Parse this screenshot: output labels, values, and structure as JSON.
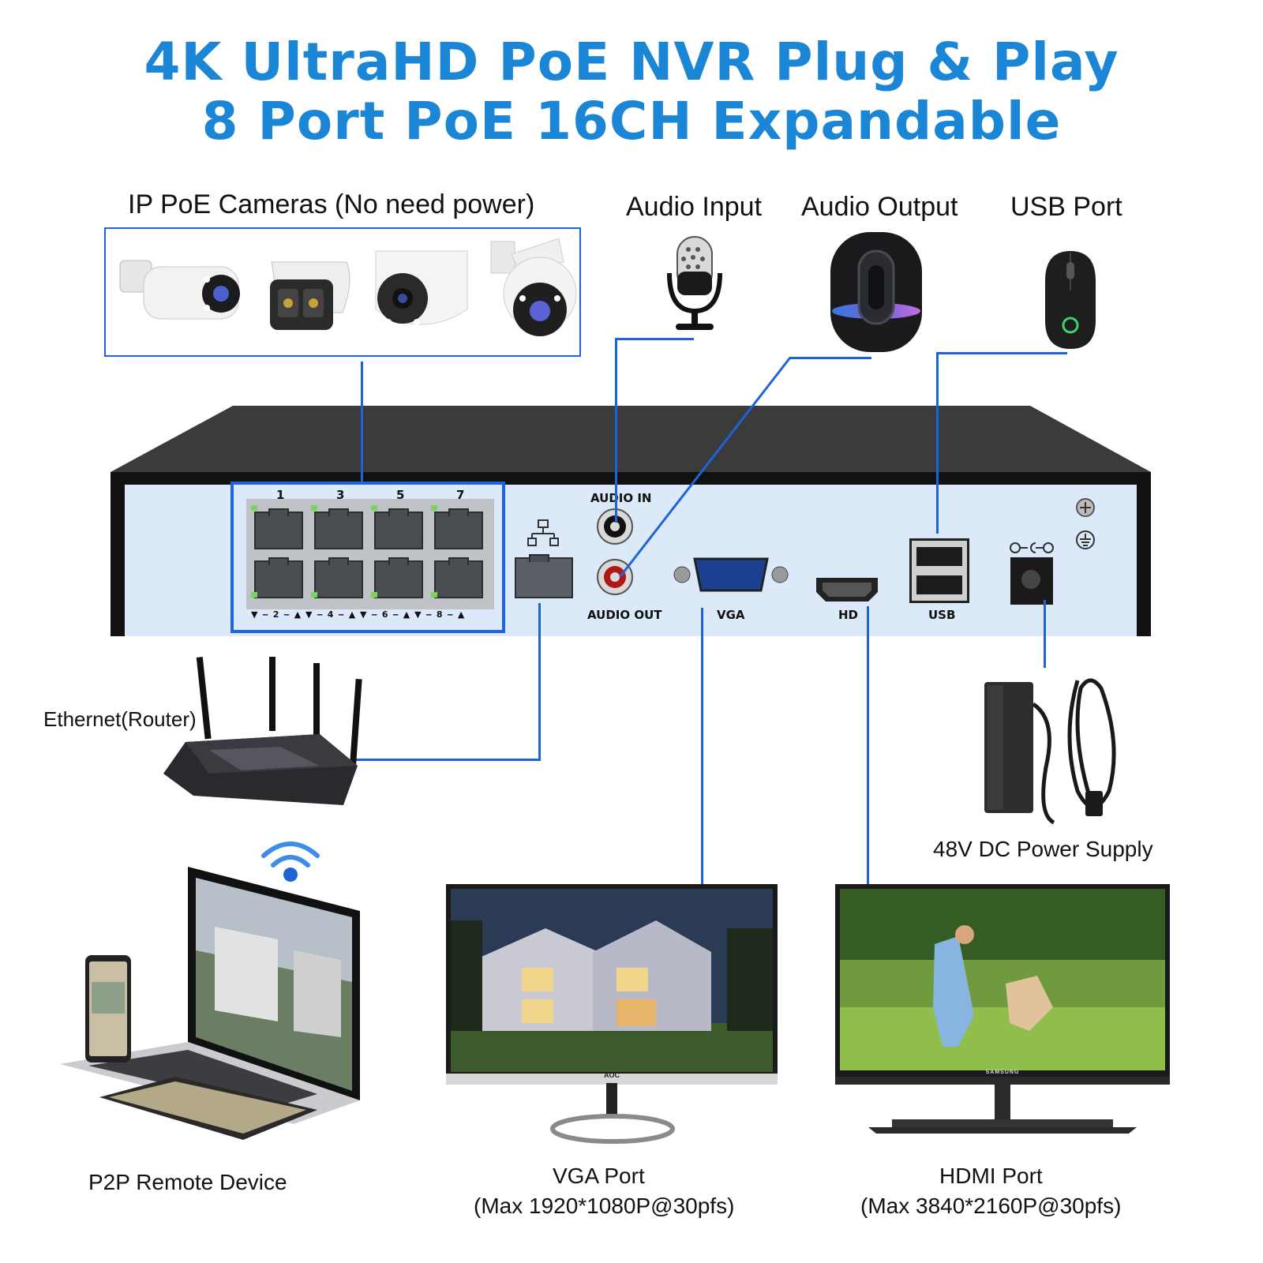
{
  "heading": {
    "line1": "4K UltraHD PoE NVR Plug & Play",
    "line2": "8 Port PoE 16CH Expandable"
  },
  "labels": {
    "cameras": "IP PoE Cameras (No need power)",
    "audio_input": "Audio Input",
    "audio_output": "Audio Output",
    "usb_port": "USB Port",
    "router": "Ethernet(Router)",
    "power_supply": "48V DC Power Supply",
    "remote_device": "P2P Remote Device",
    "vga_port": "VGA Port",
    "vga_spec": "(Max 1920*1080P@30pfs)",
    "hdmi_port": "HDMI Port",
    "hdmi_spec": "(Max 3840*2160P@30pfs)"
  },
  "panel": {
    "audio_in": "AUDIO IN",
    "audio_out": "AUDIO OUT",
    "vga": "VGA",
    "hd": "HD",
    "usb": "USB",
    "port_top_numbers": [
      "1",
      "3",
      "5",
      "7"
    ],
    "port_bottom_row": "▼ ‒ 2 ‒ ▲ ▼ ‒ 4 ‒ ▲ ▼ ‒ 6 ‒ ▲ ▼ ‒ 8 ‒ ▲"
  },
  "device_text": {
    "monitor_left_brand": "AOC",
    "monitor_right_brand": "SAMSUNG"
  },
  "colors": {
    "title": "#1b86d6",
    "wire": "#1f63d8",
    "panel": "#dbe9f8",
    "chassis": "#3a3a3a"
  }
}
